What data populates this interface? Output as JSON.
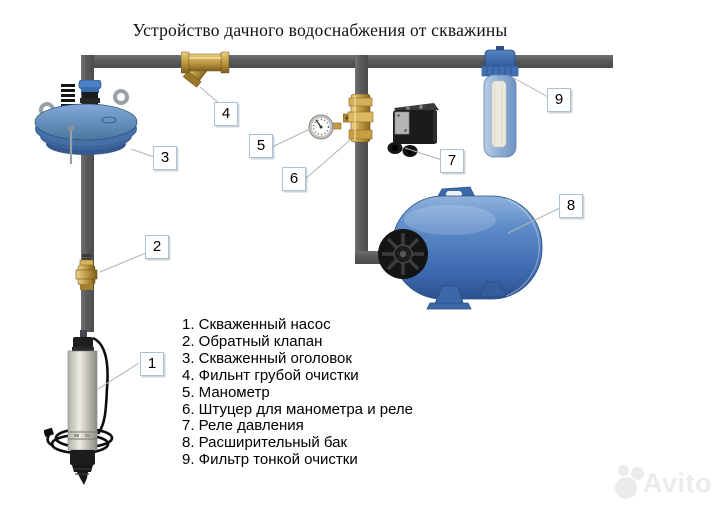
{
  "title": "Устройство дачного водоснабжения от скважины",
  "markers": [
    "1",
    "2",
    "3",
    "4",
    "5",
    "6",
    "7",
    "8",
    "9"
  ],
  "legend": {
    "items": [
      "1. Скваженный насос",
      "2. Обратный клапан",
      "3. Скваженный оголовок",
      "4. Фильнт грубой очистки",
      "5. Манометр",
      "6. Штуцер для манометра и реле",
      "7. Реле давления",
      "8. Расширительный бак",
      "9. Фильтр тонкой очистки"
    ]
  },
  "watermark": {
    "text": "Avito"
  },
  "colors": {
    "pipe": "#58595b",
    "brass": "#c09a44",
    "component-blue": "#4577be",
    "label-border": "#a9c2d6",
    "leader": "#b3b3b3",
    "watermark": "#ebebeb"
  }
}
